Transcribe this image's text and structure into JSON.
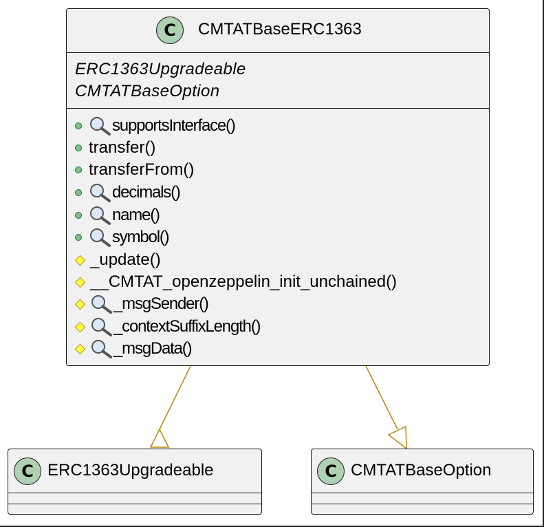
{
  "diagram": {
    "main_class": {
      "icon_letter": "C",
      "name": "CMTATBaseERC1363",
      "attributes": [
        "ERC1363Upgradeable",
        "CMTATBaseOption"
      ],
      "methods": [
        {
          "visibility": "public",
          "view": true,
          "name": "supportsInterface()"
        },
        {
          "visibility": "public",
          "view": false,
          "name": "transfer()"
        },
        {
          "visibility": "public",
          "view": false,
          "name": "transferFrom()"
        },
        {
          "visibility": "public",
          "view": true,
          "name": "decimals()"
        },
        {
          "visibility": "public",
          "view": true,
          "name": "name()"
        },
        {
          "visibility": "public",
          "view": true,
          "name": "symbol()"
        },
        {
          "visibility": "protected",
          "view": false,
          "name": "_update()"
        },
        {
          "visibility": "protected",
          "view": false,
          "name": "__CMTAT_openzeppelin_init_unchained()"
        },
        {
          "visibility": "protected",
          "view": true,
          "name": "_msgSender()"
        },
        {
          "visibility": "protected",
          "view": true,
          "name": "_contextSuffixLength()"
        },
        {
          "visibility": "protected",
          "view": true,
          "name": "_msgData()"
        }
      ]
    },
    "parents": [
      {
        "icon_letter": "C",
        "name": "ERC1363Upgradeable"
      },
      {
        "icon_letter": "C",
        "name": "CMTATBaseOption"
      }
    ],
    "relations": [
      {
        "from": "CMTATBaseERC1363",
        "to": "ERC1363Upgradeable",
        "type": "inheritance"
      },
      {
        "from": "CMTATBaseERC1363",
        "to": "CMTATBaseOption",
        "type": "inheritance"
      }
    ],
    "colors": {
      "class_fill": "#f1f1f1",
      "icon_fill": "#add1b2",
      "border": "#181818",
      "arrow": "#a80036",
      "inheritance_arrow": "#b8860b",
      "public_dot": "#84be84",
      "protected_diamond": "#ffff44"
    }
  }
}
